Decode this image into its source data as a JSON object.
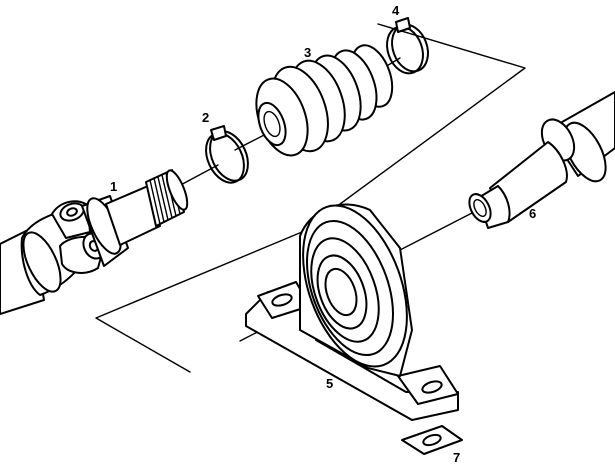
{
  "callouts": [
    {
      "id": "1",
      "label": "1",
      "part": "universal-joint-splined-shaft"
    },
    {
      "id": "2",
      "label": "2",
      "part": "boot-clamp-small"
    },
    {
      "id": "3",
      "label": "3",
      "part": "rubber-boot"
    },
    {
      "id": "4",
      "label": "4",
      "part": "boot-clamp-large"
    },
    {
      "id": "5",
      "label": "5",
      "part": "center-support-bearing"
    },
    {
      "id": "6",
      "label": "6",
      "part": "rear-shaft-sleeve"
    },
    {
      "id": "7",
      "label": "7",
      "part": "shim-plate"
    }
  ],
  "colors": {
    "ink": "#000000",
    "paper": "#ffffff"
  }
}
